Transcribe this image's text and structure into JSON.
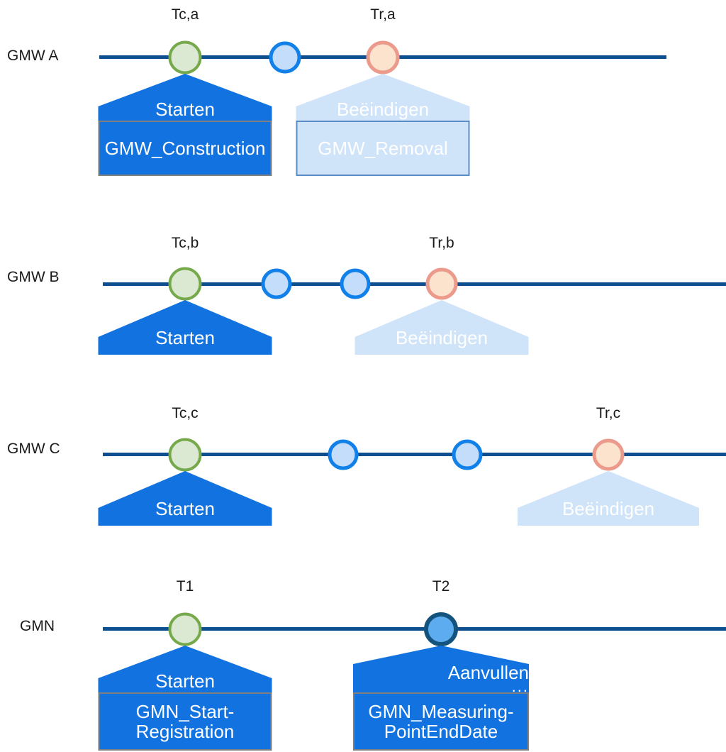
{
  "diagram": {
    "title_text_present": false,
    "background": "#ffffff",
    "colors": {
      "axis": "#0E4F8F",
      "marker_green_fill": "#DCE9D2",
      "marker_green_stroke": "#76A94B",
      "marker_blue_fill": "#C4DDFA",
      "marker_blue_stroke": "#1180E8",
      "marker_salmon_fill": "#FCE3CE",
      "marker_salmon_stroke": "#EC9A8C",
      "marker_navy_fill": "#5CACEF",
      "marker_navy_stroke": "#15537F",
      "callout_dark": "#1273E0",
      "callout_light": "#CFE3F9",
      "callout_dark_border": "#808080",
      "callout_light_border": "#5B8DC4",
      "text_dark": "#1a1a1a",
      "text_light": "#ffffff"
    }
  },
  "rows": [
    {
      "id": "gmw-a",
      "label": "GMW A",
      "ticks": [
        {
          "id": "tc-a",
          "caption": "Tc,a"
        },
        {
          "id": "tr-a",
          "caption": "Tr,a"
        }
      ],
      "markers": [
        {
          "id": "a-m1",
          "kind": "green"
        },
        {
          "id": "a-m2",
          "kind": "blue"
        },
        {
          "id": "a-m3",
          "kind": "salmon"
        }
      ],
      "callouts": [
        {
          "id": "a-c1",
          "variant": "dark",
          "action": "Starten",
          "entity": "GMW_Construction",
          "ellipsis": ""
        },
        {
          "id": "a-c2",
          "variant": "light",
          "action": "Beëindigen",
          "entity": "GMW_Removal",
          "ellipsis": ""
        }
      ]
    },
    {
      "id": "gmw-b",
      "label": "GMW B",
      "ticks": [
        {
          "id": "tc-b",
          "caption": "Tc,b"
        },
        {
          "id": "tr-b",
          "caption": "Tr,b"
        }
      ],
      "markers": [
        {
          "id": "b-m1",
          "kind": "green"
        },
        {
          "id": "b-m2",
          "kind": "blue"
        },
        {
          "id": "b-m3",
          "kind": "blue"
        },
        {
          "id": "b-m4",
          "kind": "salmon"
        }
      ],
      "callouts": [
        {
          "id": "b-c1",
          "variant": "dark",
          "action": "Starten",
          "entity": "",
          "ellipsis": ""
        },
        {
          "id": "b-c2",
          "variant": "light",
          "action": "Beëindigen",
          "entity": "",
          "ellipsis": ""
        }
      ]
    },
    {
      "id": "gmw-c",
      "label": "GMW C",
      "ticks": [
        {
          "id": "tc-c",
          "caption": "Tc,c"
        },
        {
          "id": "tr-c",
          "caption": "Tr,c"
        }
      ],
      "markers": [
        {
          "id": "c-m1",
          "kind": "green"
        },
        {
          "id": "c-m2",
          "kind": "blue"
        },
        {
          "id": "c-m3",
          "kind": "blue"
        },
        {
          "id": "c-m4",
          "kind": "salmon"
        }
      ],
      "callouts": [
        {
          "id": "c-c1",
          "variant": "dark",
          "action": "Starten",
          "entity": "",
          "ellipsis": ""
        },
        {
          "id": "c-c2",
          "variant": "light",
          "action": "Beëindigen",
          "entity": "",
          "ellipsis": ""
        }
      ]
    },
    {
      "id": "gmn",
      "label": "GMN",
      "ticks": [
        {
          "id": "t1",
          "caption": "T1"
        },
        {
          "id": "t2",
          "caption": "T2"
        }
      ],
      "markers": [
        {
          "id": "n-m1",
          "kind": "green"
        },
        {
          "id": "n-m2",
          "kind": "navy"
        }
      ],
      "callouts": [
        {
          "id": "n-c1",
          "variant": "dark",
          "action": "Starten",
          "entity": "GMN_Start-Registration",
          "ellipsis": ""
        },
        {
          "id": "n-c2",
          "variant": "dark",
          "action": "Aanvullen",
          "entity": "GMN_Measuring-PointEndDate",
          "ellipsis": "..."
        }
      ]
    }
  ]
}
